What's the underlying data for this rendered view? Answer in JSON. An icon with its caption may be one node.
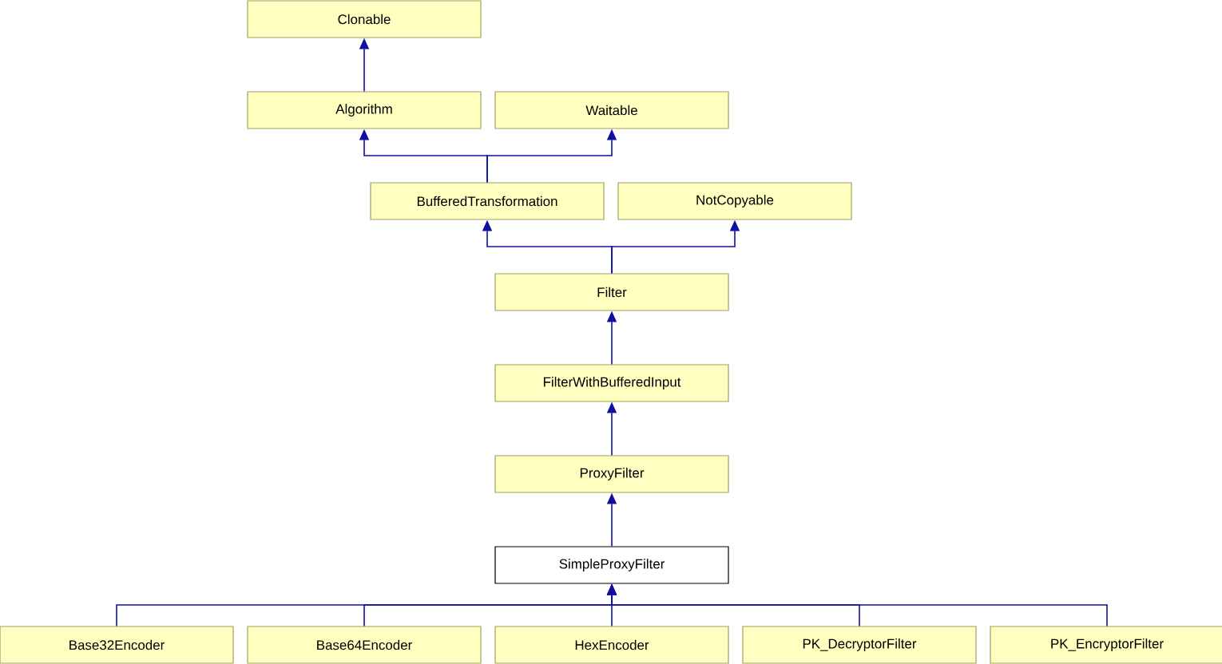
{
  "diagram": {
    "nodes": [
      {
        "text": [
          "Clonable"
        ]
      },
      {
        "text": [
          "Algorithm"
        ]
      },
      {
        "text": [
          "Waitable"
        ]
      },
      {
        "text": [
          "BufferedTransformation"
        ]
      },
      {
        "text": [
          "NotCopyable"
        ]
      },
      {
        "text": [
          "Filter"
        ]
      },
      {
        "text": [
          "FilterWithBufferedInput"
        ]
      },
      {
        "text": [
          "ProxyFilter"
        ]
      },
      {
        "text": [
          "SimpleProxyFilter"
        ]
      },
      {
        "text": [
          "Base32Encoder"
        ]
      },
      {
        "text": [
          "Base64Encoder"
        ]
      },
      {
        "text": [
          "HexEncoder"
        ]
      },
      {
        "text": [
          "PK_DecryptorFilter"
        ]
      },
      {
        "text": [
          "PK_EncryptorFilter"
        ]
      }
    ],
    "edges": [
      {
        "from": 1,
        "to": 0,
        "arrow": "to"
      },
      {
        "from": 3,
        "to": 1,
        "arrow": "to"
      },
      {
        "from": 3,
        "to": 2,
        "arrow": "to"
      },
      {
        "from": 5,
        "to": 3,
        "arrow": "to"
      },
      {
        "from": 5,
        "to": 4,
        "arrow": "to"
      },
      {
        "from": 6,
        "to": 5,
        "arrow": "to"
      },
      {
        "from": 7,
        "to": 6,
        "arrow": "to"
      },
      {
        "from": 8,
        "to": 7,
        "arrow": "to"
      },
      {
        "from": 9,
        "to": 8,
        "arrow": "to"
      },
      {
        "from": 10,
        "to": 8,
        "arrow": "to"
      },
      {
        "from": 11,
        "to": 8,
        "arrow": "to"
      },
      {
        "from": 12,
        "to": 8,
        "arrow": "to"
      },
      {
        "from": 13,
        "to": 8,
        "arrow": "to"
      }
    ]
  }
}
